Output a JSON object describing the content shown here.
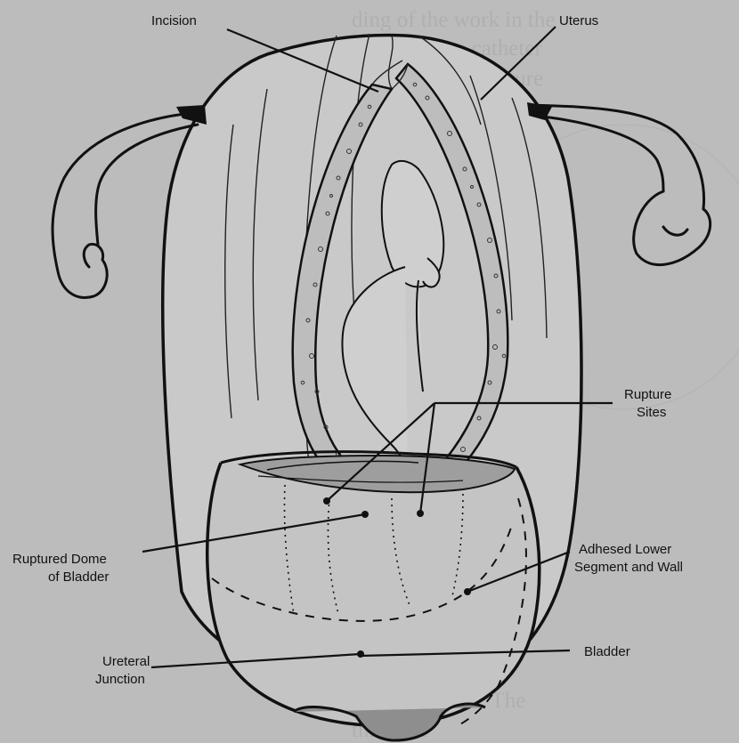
{
  "labels": {
    "incision": "Incision",
    "uterus": "Uterus",
    "rupture_sites_1": "Rupture",
    "rupture_sites_2": "Sites",
    "ruptured_dome_1": "Ruptured Dome",
    "ruptured_dome_2": "of Bladder",
    "adhesed_1": "Adhesed Lower",
    "adhesed_2": "Segment and Wall",
    "ureteral_1": "Ureteral",
    "ureteral_2": "Junction",
    "bladder": "Bladder"
  },
  "colors": {
    "background": "#bcbcbc",
    "uterus_fill": "#c9c9c9",
    "bladder_fill": "#c4c4c4",
    "ink": "#111111"
  }
}
